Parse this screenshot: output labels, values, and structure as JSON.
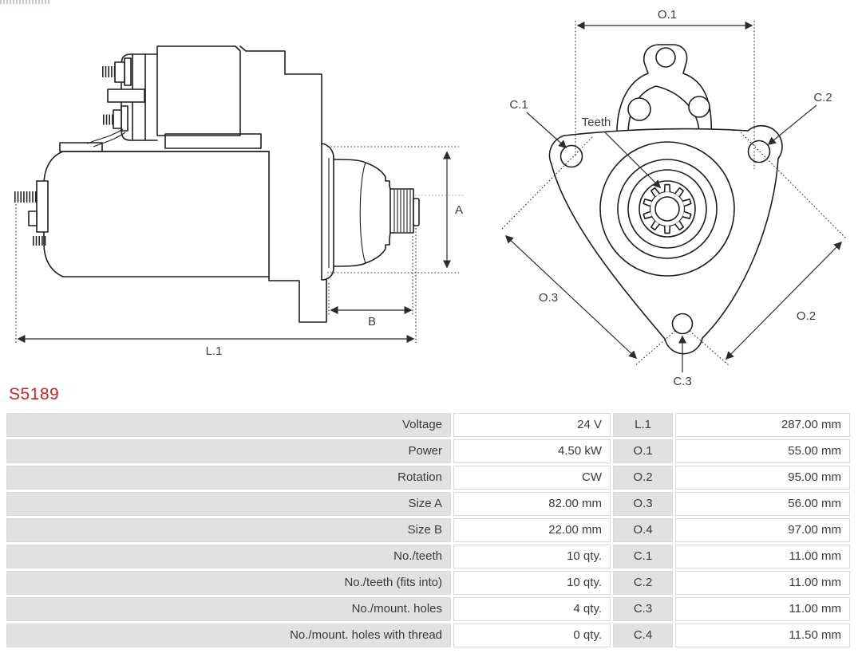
{
  "part_number": "S5189",
  "accent_color": "#cb2525",
  "drawings": {
    "side_view": {
      "labels": {
        "a": "A",
        "b": "B",
        "l1": "L.1"
      }
    },
    "front_view": {
      "labels": {
        "o1": "O.1",
        "o2": "O.2",
        "o3": "O.3",
        "c1": "C.1",
        "c2": "C.2",
        "c3": "C.3",
        "teeth": "Teeth"
      },
      "gear_tooth_count": 10
    }
  },
  "spec_table": {
    "rows": [
      {
        "label": "Voltage",
        "value": "24 V",
        "dim": "L.1",
        "dim_value": "287.00 mm"
      },
      {
        "label": "Power",
        "value": "4.50 kW",
        "dim": "O.1",
        "dim_value": "55.00 mm"
      },
      {
        "label": "Rotation",
        "value": "CW",
        "dim": "O.2",
        "dim_value": "95.00 mm"
      },
      {
        "label": "Size A",
        "value": "82.00 mm",
        "dim": "O.3",
        "dim_value": "56.00 mm"
      },
      {
        "label": "Size B",
        "value": "22.00 mm",
        "dim": "O.4",
        "dim_value": "97.00 mm"
      },
      {
        "label": "No./teeth",
        "value": "10 qty.",
        "dim": "C.1",
        "dim_value": "11.00 mm"
      },
      {
        "label": "No./teeth (fits into)",
        "value": "10 qty.",
        "dim": "C.2",
        "dim_value": "11.00 mm"
      },
      {
        "label": "No./mount. holes",
        "value": "4 qty.",
        "dim": "C.3",
        "dim_value": "11.00 mm"
      },
      {
        "label": "No./mount. holes with thread",
        "value": "0 qty.",
        "dim": "C.4",
        "dim_value": "11.50 mm"
      }
    ]
  }
}
